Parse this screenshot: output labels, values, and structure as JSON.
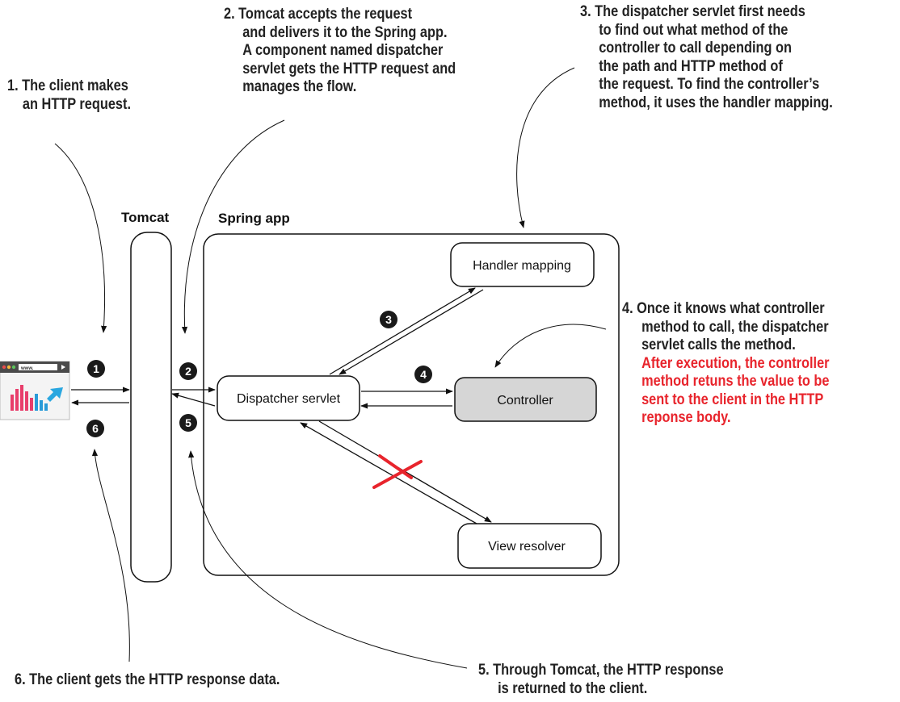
{
  "labels": {
    "tomcat": "Tomcat",
    "spring_app": "Spring app"
  },
  "boxes": {
    "handler_mapping": "Handler mapping",
    "dispatcher_servlet": "Dispatcher servlet",
    "controller": "Controller",
    "view_resolver": "View resolver"
  },
  "browser": {
    "url_text": "www."
  },
  "steps": [
    "1",
    "2",
    "3",
    "4",
    "5",
    "6"
  ],
  "notes": {
    "n1": [
      "1. The client makes",
      "an HTTP request."
    ],
    "n2": [
      "2. Tomcat accepts the request",
      "and delivers it to the Spring app.",
      "A component named dispatcher",
      "servlet gets the HTTP request and",
      "manages the flow."
    ],
    "n3": [
      "3. The dispatcher servlet first needs",
      "to find out what method of the",
      "controller to call depending on",
      "the path and HTTP method of",
      "the request. To find the controller’s",
      "method, it uses the handler mapping."
    ],
    "n4": [
      "4. Once it knows what controller",
      "method to call, the dispatcher",
      "servlet calls the method."
    ],
    "n4_red": [
      "After execution, the controller",
      "method retuns the value to be",
      "sent to the client in the HTTP",
      "reponse body."
    ],
    "n5": [
      "5. Through Tomcat, the HTTP response",
      "is returned to the client."
    ],
    "n6": [
      "6. The client gets the HTTP response data."
    ]
  },
  "colors": {
    "accent_red": "#e8242c",
    "controller_fill": "#d6d6d6",
    "badge_fill": "#1a1a1a",
    "chart_pink": "#e83e6b",
    "chart_blue": "#2a9bd8"
  }
}
